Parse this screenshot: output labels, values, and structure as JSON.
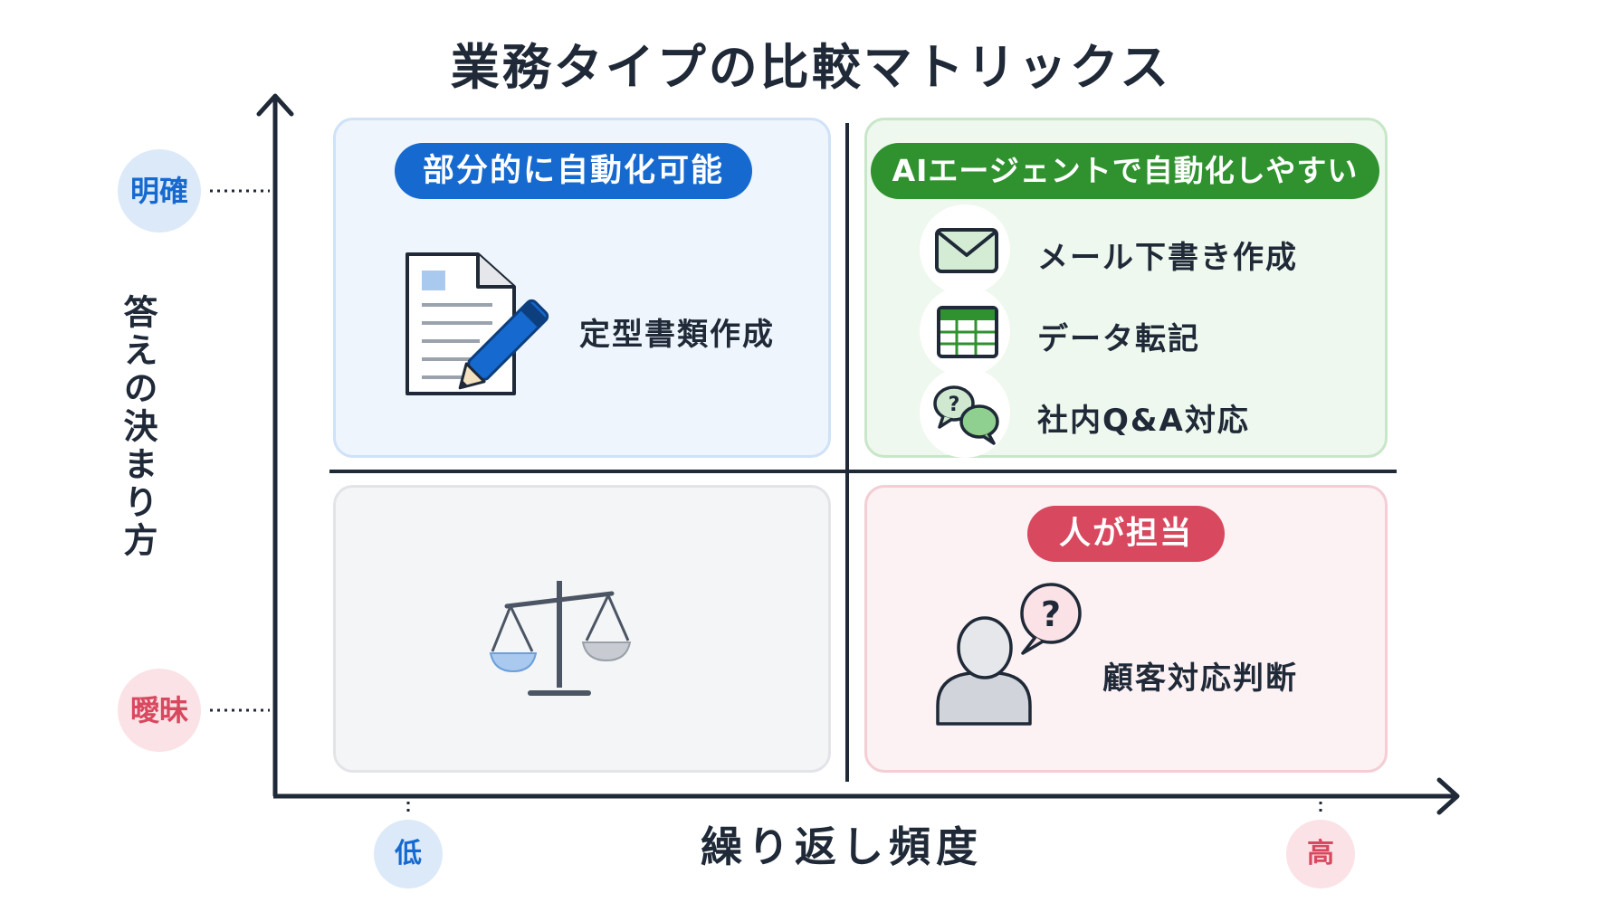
{
  "title": "業務タイプの比較マトリックス",
  "axes": {
    "y_label": "答えの決まり方",
    "y_high": "明確",
    "y_low": "曖昧",
    "x_label": "繰り返し頻度",
    "x_low": "低",
    "x_high": "高"
  },
  "quadrants": {
    "top_left": {
      "heading": "部分的に自動化可能",
      "items": [
        "定型書類作成"
      ],
      "icon": "document-pen-icon"
    },
    "top_right": {
      "heading": "AIエージェントで自動化しやすい",
      "items": [
        {
          "label": "メール下書き作成",
          "icon": "mail-icon"
        },
        {
          "label": "データ転記",
          "icon": "spreadsheet-icon"
        },
        {
          "label": "社内Q&A対応",
          "icon": "chat-bubbles-icon"
        }
      ]
    },
    "bottom_left": {
      "icon": "balance-scale-icon"
    },
    "bottom_right": {
      "heading": "人が担当",
      "items": [
        "顧客対応判断"
      ],
      "icon": "person-question-icon"
    }
  },
  "colors": {
    "blue": "#1669cf",
    "green": "#2f922f",
    "pink": "#d8485e",
    "axis": "#1f2937"
  }
}
